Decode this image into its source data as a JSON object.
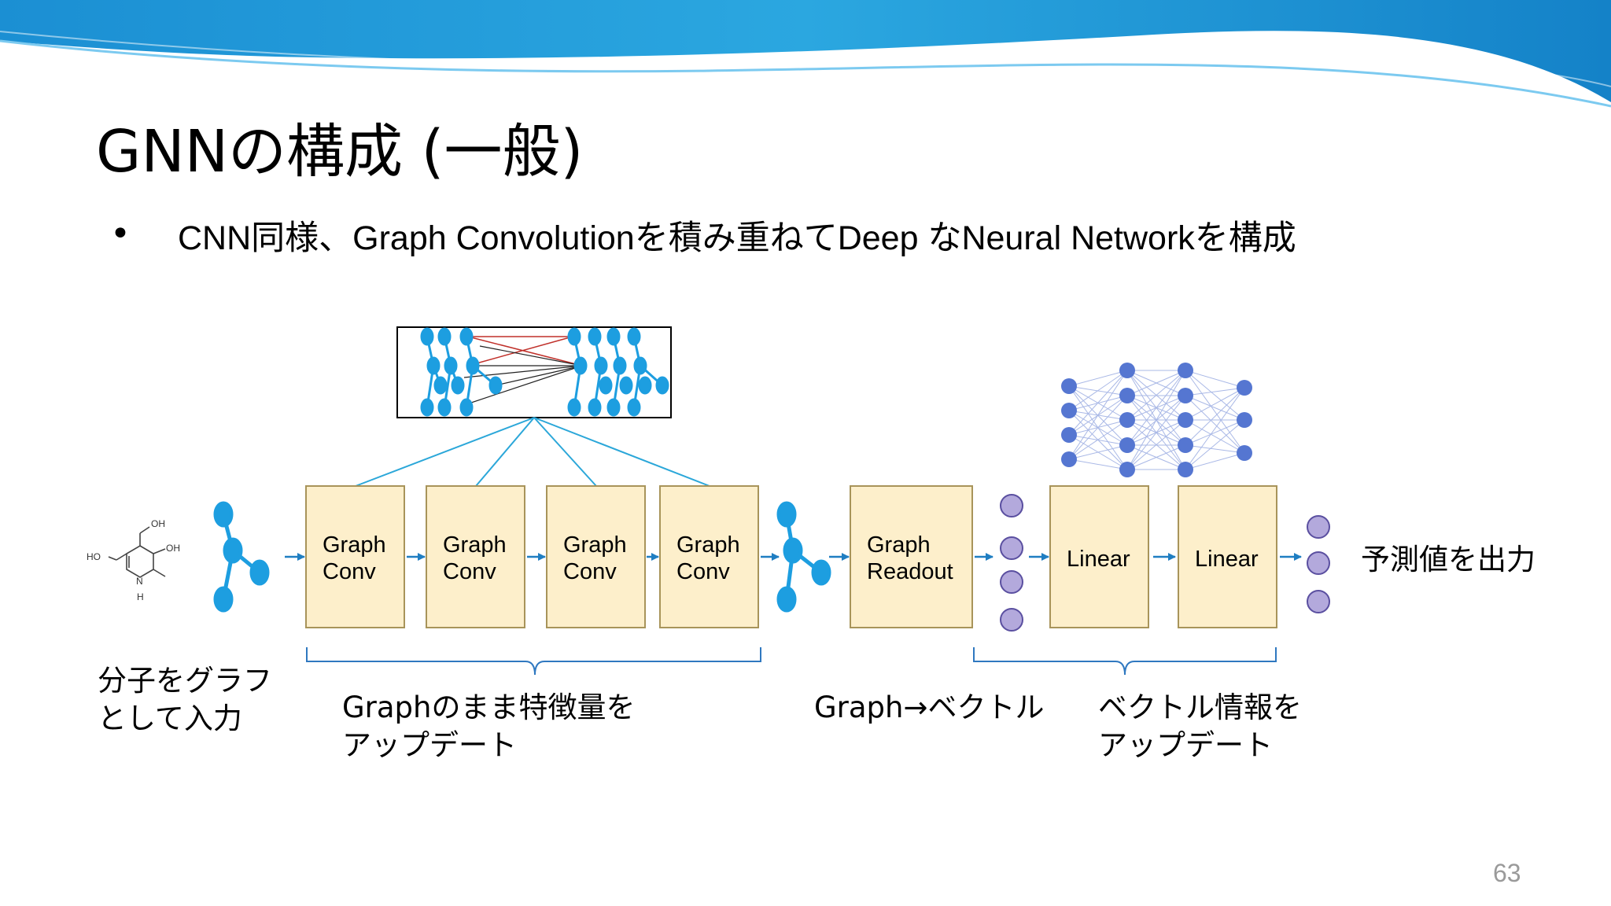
{
  "slide": {
    "title": "GNNの構成 (一般)",
    "bullet_symbol": "•",
    "bullet_text": "CNN同様、Graph Convolutionを積み重ねてDeep なNeural Networkを構成",
    "page_number": "63"
  },
  "colors": {
    "header_blue": "#1a9ad6",
    "box_fill": "#fdefcb",
    "box_border": "#a8945a",
    "graph_node": "#1d9ee0",
    "arrow": "#1f7ec2",
    "vector_node": "#b3a9dc",
    "mlp_node": "#5576d1",
    "bracket": "#2f78c0"
  },
  "diagram": {
    "boxes": [
      {
        "label": "Graph\nConv"
      },
      {
        "label": "Graph\nConv"
      },
      {
        "label": "Graph\nConv"
      },
      {
        "label": "Graph\nConv"
      },
      {
        "label": "Graph\nReadout"
      },
      {
        "label": "Linear"
      },
      {
        "label": "Linear"
      }
    ],
    "molecule_labels": {
      "oh_top": "OH",
      "oh_right": "OH",
      "ho_left": "HO",
      "n": "N",
      "h": "H"
    },
    "output_label": "予測値を出力",
    "captions": {
      "input": "分子をグラフ\nとして入力",
      "graph_update": "Graphのまま特徴量を\nアップデート",
      "readout": "Graph→ベクトル",
      "vector_update": "ベクトル情報を\nアップデート"
    }
  }
}
